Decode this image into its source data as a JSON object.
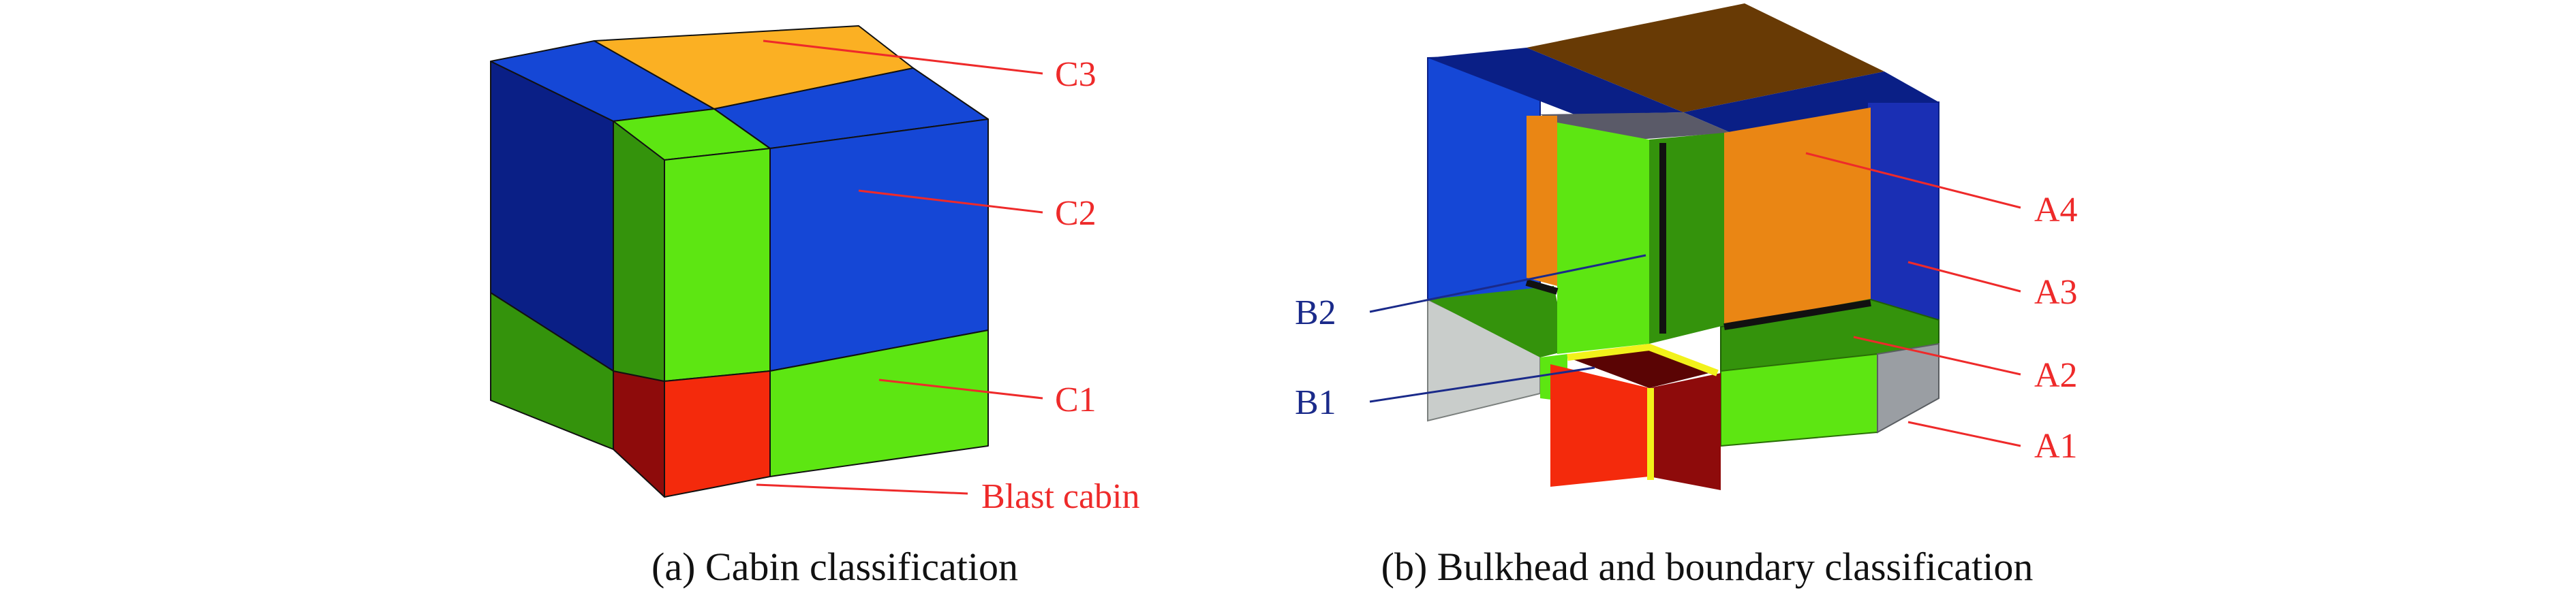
{
  "panel_a": {
    "caption": "(a) Cabin classification",
    "labels": {
      "c3": "C3",
      "c2": "C2",
      "c1": "C1",
      "blast": "Blast cabin"
    }
  },
  "panel_b": {
    "caption": "(b) Bulkhead and boundary classification",
    "labels": {
      "a4": "A4",
      "a3": "A3",
      "a2": "A2",
      "a1": "A1",
      "b2": "B2",
      "b1": "B1"
    }
  },
  "colors": {
    "red_label": "#ee2a2a",
    "blue_label": "#1a2a8a",
    "blue_face": "#1547d6",
    "blue_dark": "#0a1f86",
    "green_bright": "#5de612",
    "green_dark": "#34930c",
    "orange_top": "#fbb023",
    "red_face": "#f42a0c",
    "red_dark": "#8e0b0b",
    "orange_wall": "#ea8614",
    "brown_top": "#683a05",
    "grey_wall": "#9a9ea3",
    "light_grey": "#c9cdcb",
    "slate": "#5a5a68",
    "yellow_edge": "#f2f21a"
  }
}
